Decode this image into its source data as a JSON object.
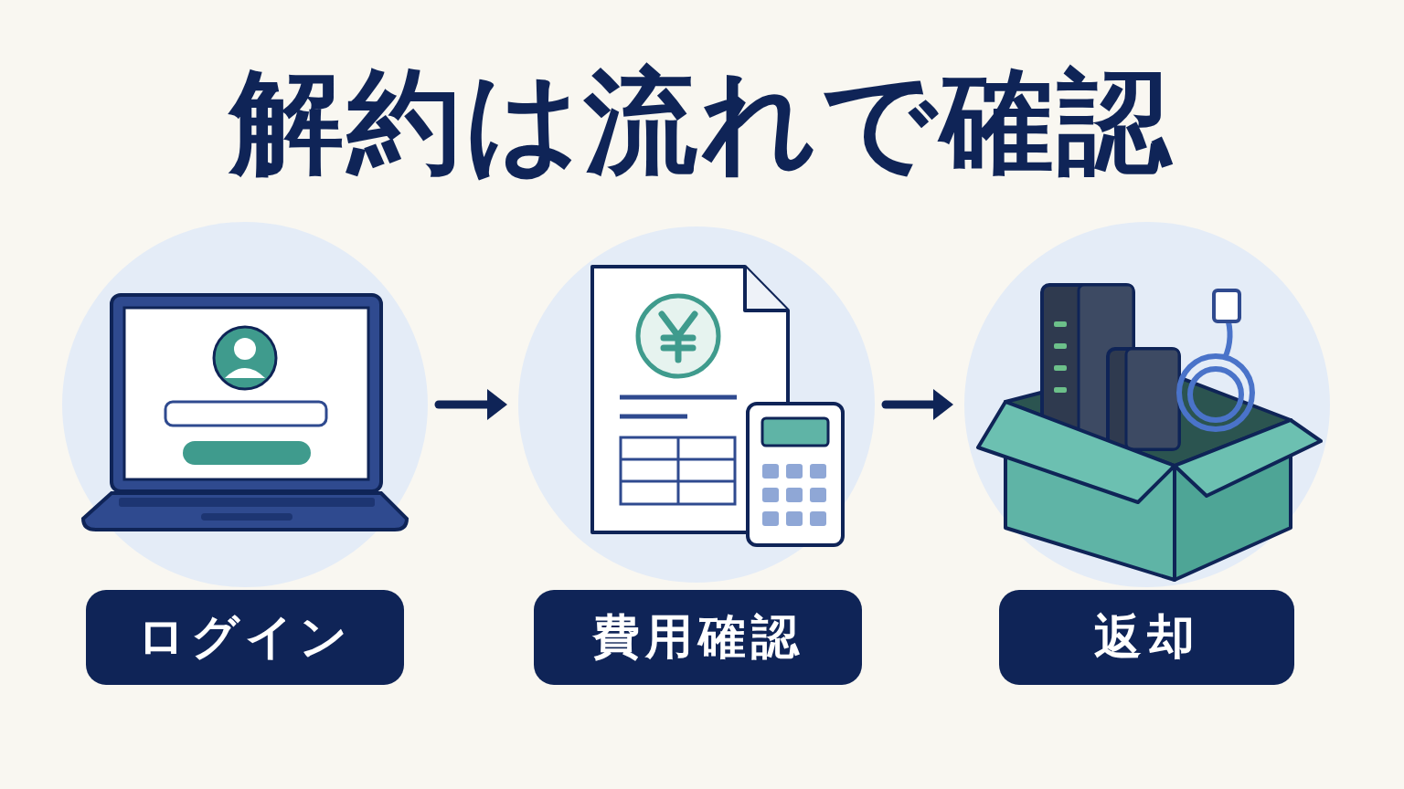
{
  "diagram": {
    "title": "解約は流れで確認",
    "nodes": [
      {
        "text": [
          "ログイン"
        ]
      },
      {
        "text": [
          "費用確認"
        ]
      },
      {
        "text": [
          "返却"
        ]
      }
    ],
    "edges": [
      {
        "from": 0,
        "to": 1,
        "arrow": "to"
      },
      {
        "from": 1,
        "to": 2,
        "arrow": "to"
      }
    ]
  }
}
